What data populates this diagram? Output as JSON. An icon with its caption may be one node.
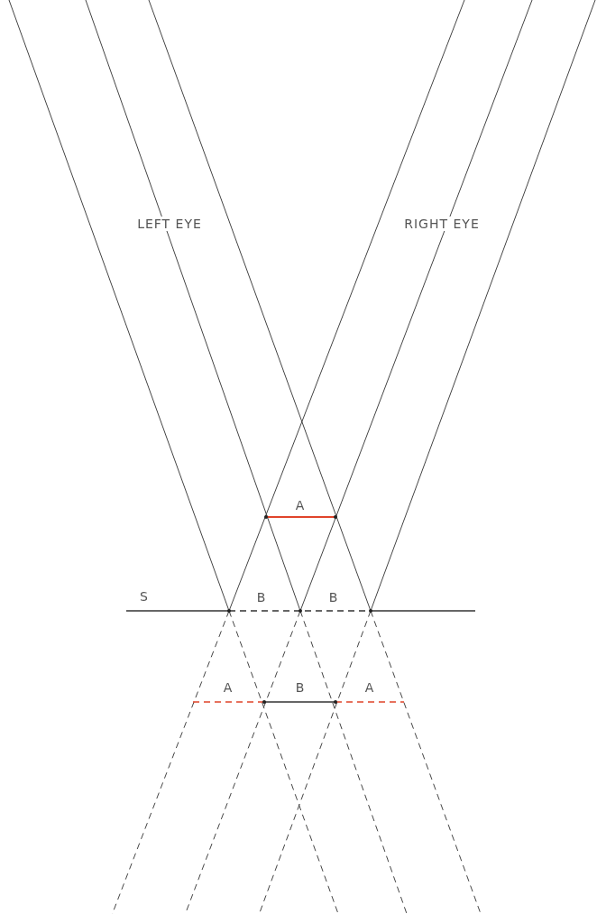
{
  "diagram": {
    "labels": [
      "LEFT EYE",
      "RIGHT EYE",
      "A",
      "S",
      "B",
      "B",
      "A",
      "B",
      "A"
    ]
  }
}
